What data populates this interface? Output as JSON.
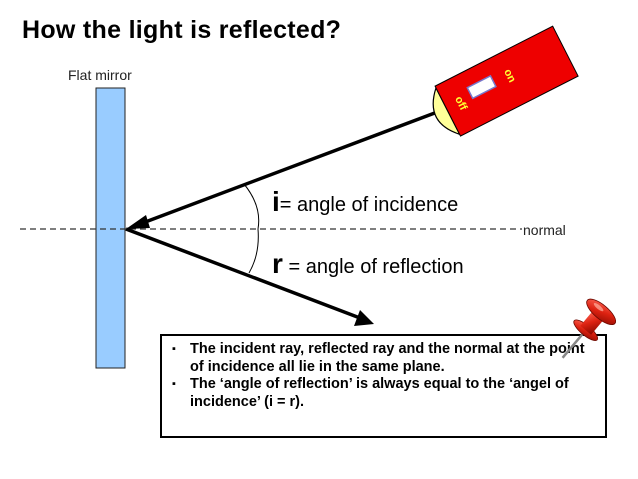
{
  "title": "How the light is reflected?",
  "mirror_label": "Flat mirror",
  "normal_label": "normal",
  "incidence": {
    "symbol": "i",
    "text": "= angle of incidence"
  },
  "reflection": {
    "symbol": "r",
    "text": " = angle of reflection"
  },
  "flashlight": {
    "on_label": "on",
    "off_label": "off",
    "body_color": "#ee0000",
    "lens_color": "#ffff99"
  },
  "mirror_color": "#99ccff",
  "notes": [
    "The incident ray, reflected ray and the normal at the point of incidence all lie in the same plane.",
    "The ‘angle of reflection’ is always equal to the ‘angel of incidence’ (i = r)."
  ],
  "pushpin_icon": "pushpin-icon"
}
